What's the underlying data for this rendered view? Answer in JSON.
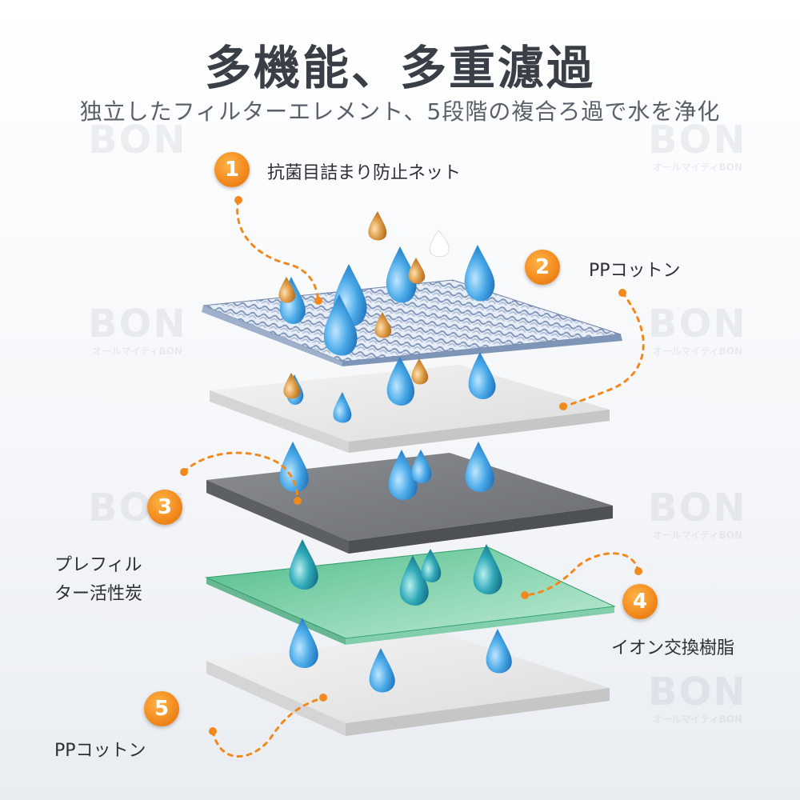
{
  "title": "多機能、多重濾過",
  "subtitle": "独立したフィルターエレメント、5段階の複合ろ過で水を浄化",
  "layers": [
    {
      "number": "1",
      "label": "抗菌目詰まり防止ネット"
    },
    {
      "number": "2",
      "label": "PPコットン"
    },
    {
      "number": "3",
      "label_line1": "プレフィル",
      "label_line2": "ター活性炭"
    },
    {
      "number": "4",
      "label": "イオン交換樹脂"
    },
    {
      "number": "5",
      "label": "PPコットン"
    }
  ],
  "watermark": {
    "logo": "BON",
    "caption": "オールマイティBON"
  },
  "colors": {
    "accent_orange": "#f2891d",
    "title_text": "#3a3f47",
    "mesh": "#8fa4c4",
    "cotton": "#ececec",
    "carbon": "#7a7d82",
    "resin": "#3fbf86",
    "droplet": "#3a9ee0",
    "sediment": "#d9953a"
  }
}
